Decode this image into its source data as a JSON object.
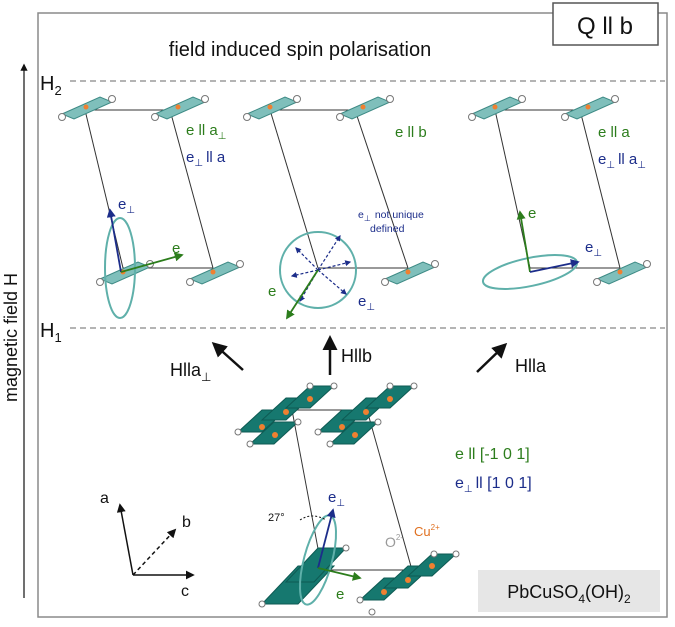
{
  "panel_tag": "Q ll b",
  "title": "field induced spin polarisation",
  "y_axis_label": "magnetic field H",
  "levels": {
    "upper": "H",
    "upper_sub": "2",
    "lower": "H",
    "lower_sub": "1"
  },
  "field_arrows": [
    {
      "main": "Hlla",
      "sub": "⊥"
    },
    {
      "main": "Hllb",
      "sub": ""
    },
    {
      "main": "Hlla",
      "sub": ""
    }
  ],
  "panels": {
    "left": {
      "e_label": "e",
      "eperp_label": "e",
      "eperp_sub": "⊥",
      "line1": "e ll a",
      "line1_sub": "⊥",
      "line2": "e",
      "line2_sub": "⊥",
      "line2_tail": "ll a"
    },
    "middle": {
      "e_label": "e",
      "eperp_label": "e",
      "eperp_sub": "⊥",
      "line1": "e ll b",
      "note_e": "e",
      "note_sub": "⊥",
      "note_rest": "not unique",
      "note_line2": "defined"
    },
    "right": {
      "e_label": "e",
      "eperp_label": "e",
      "eperp_sub": "⊥",
      "line1": "e ll a",
      "line2": "e",
      "line2_sub": "⊥",
      "line2_tail": "ll a",
      "line2_tail_sub": "⊥"
    }
  },
  "bottom": {
    "line1": "e ll [-1 0 1]",
    "line2": "e",
    "line2_sub": "⊥",
    "line2_tail": "ll [1 0 1]",
    "angle": "27°",
    "o_label": "O",
    "o_sup": "2-",
    "cu_label": "Cu",
    "cu_sup": "2+",
    "e_label": "e",
    "eperp_label": "e",
    "eperp_sub": "⊥"
  },
  "axes": {
    "a": "a",
    "b": "b",
    "c": "c"
  },
  "formula": {
    "p1": "PbCuSO",
    "s1": "4",
    "p2": "(OH)",
    "s2": "2"
  },
  "colors": {
    "teal": "#1a7a72",
    "teal_light": "#8cc4c0",
    "green": "#2c7d1c",
    "navy": "#1c2d8a",
    "orange": "#e07020",
    "grey": "#888888",
    "box": "#e6e6e6"
  }
}
